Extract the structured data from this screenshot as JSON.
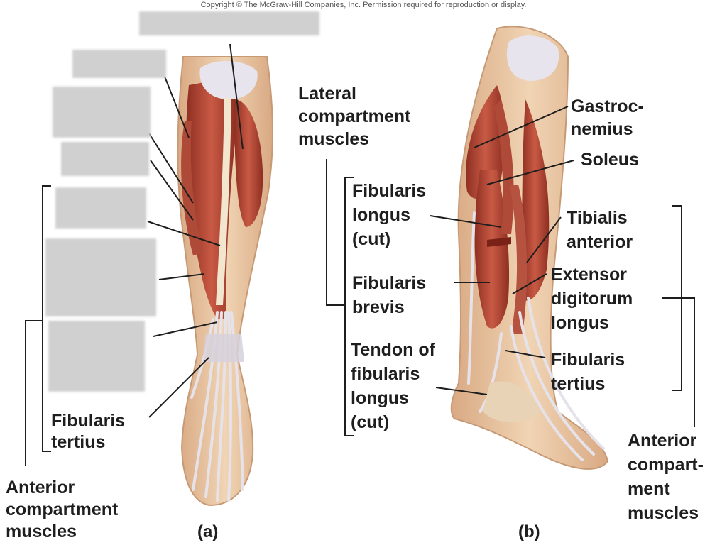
{
  "copyright": "Copyright © The McGraw-Hill Companies, Inc. Permission required for reproduction or display.",
  "panel_a": {
    "label": "(a)",
    "fibularis_tertius": [
      "Fibularis",
      "tertius"
    ],
    "anterior_compartment": [
      "Anterior",
      "compartment",
      "muscles"
    ]
  },
  "panel_b": {
    "label": "(b)",
    "lateral_compartment": [
      "Lateral",
      "compartment",
      "muscles"
    ],
    "fibularis_longus": [
      "Fibularis",
      "longus",
      "(cut)"
    ],
    "fibularis_brevis": [
      "Fibularis",
      "brevis"
    ],
    "tendon_fibularis_longus": [
      "Tendon of",
      "fibularis",
      "longus",
      "(cut)"
    ],
    "gastrocnemius": [
      "Gastroc-",
      "nemius"
    ],
    "soleus": [
      "Soleus"
    ],
    "tibialis_anterior": [
      "Tibialis",
      "anterior"
    ],
    "extensor_digitorum_longus": [
      "Extensor",
      "digitorum",
      "longus"
    ],
    "fibularis_tertius": [
      "Fibularis",
      "tertius"
    ],
    "anterior_compartment": [
      "Anterior",
      "compart-",
      "ment",
      "muscles"
    ]
  },
  "colors": {
    "muscle": "#c0533f",
    "muscle_dark": "#8e2f22",
    "skin": "#e9c7a0",
    "tendon": "#e6e2ea",
    "text": "#1e1e1e"
  }
}
